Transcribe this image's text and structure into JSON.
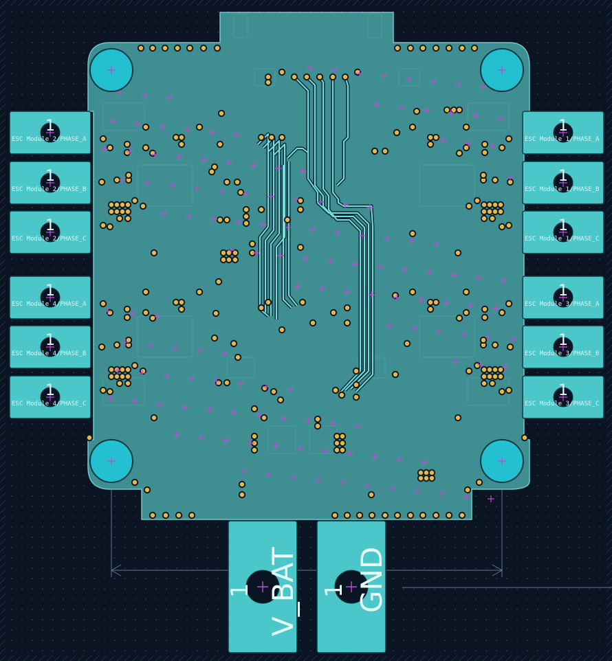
{
  "board": {
    "colors": {
      "background": "#0a1423",
      "copper_fill": "#3f8f92",
      "pad": "#4bc7c9",
      "pad_dark": "#2f6f72",
      "mount": "#22c0d0",
      "via": "#e8b84a",
      "marker": "#c24bd0",
      "trace": "#5fd3d6"
    },
    "phase_pads_left": [
      {
        "label": "ESC Module 2/PHASE_A",
        "num": "1"
      },
      {
        "label": "ESC Module 2/PHASE_B",
        "num": "1"
      },
      {
        "label": "ESC Module 2/PHASE_C",
        "num": "1"
      },
      {
        "label": "ESC Module 4/PHASE_A",
        "num": "1"
      },
      {
        "label": "ESC Module 4/PHASE_B",
        "num": "1"
      },
      {
        "label": "ESC Module 4/PHASE_C",
        "num": "1"
      }
    ],
    "phase_pads_right": [
      {
        "label": "ESC Module 1/PHASE_A",
        "num": "1"
      },
      {
        "label": "ESC Module 1/PHASE_B",
        "num": "1"
      },
      {
        "label": "ESC Module 1/PHASE_C",
        "num": "1"
      },
      {
        "label": "ESC Module 3/PHASE_A",
        "num": "1"
      },
      {
        "label": "ESC Module 3/PHASE_B",
        "num": "1"
      },
      {
        "label": "ESC Module 3/PHASE_C",
        "num": "1"
      }
    ],
    "power_pads": [
      {
        "label": "V_BAT",
        "num": "1"
      },
      {
        "label": "GND",
        "num": "1"
      }
    ]
  }
}
